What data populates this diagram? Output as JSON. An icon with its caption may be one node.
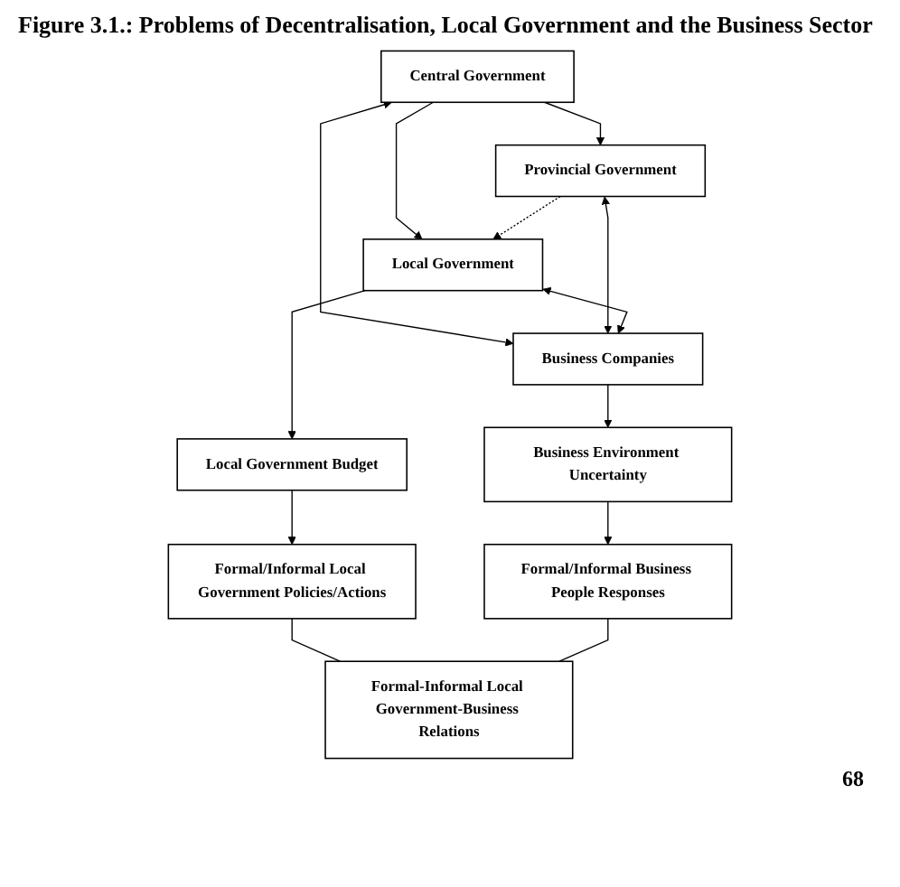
{
  "diagram": {
    "title": "Figure 3.1.: Problems of Decentralisation, Local Government and the Business Sector",
    "nodes": [
      {
        "text": [
          "Central Government"
        ]
      },
      {
        "text": [
          "Provincial Government"
        ]
      },
      {
        "text": [
          "Local Government"
        ]
      },
      {
        "text": [
          "Business Companies"
        ]
      },
      {
        "text": [
          "Local Government Budget"
        ]
      },
      {
        "text": [
          "Business Environment Uncertainty"
        ]
      },
      {
        "text": [
          "Formal/Informal Local Government Policies/Actions"
        ]
      },
      {
        "text": [
          "Formal/Informal Business People Responses"
        ]
      },
      {
        "text": [
          "Formal-Informal Local Government-Business Relations"
        ]
      }
    ],
    "edges": [
      {
        "from": 0,
        "to": 1,
        "arrow": "to"
      },
      {
        "from": 0,
        "to": 2,
        "arrow": "to"
      },
      {
        "from": 1,
        "to": 2,
        "arrow": "to",
        "style": "dashed"
      },
      {
        "from": 0,
        "to": 3,
        "arrow": "both"
      },
      {
        "from": 1,
        "to": 3,
        "arrow": "both"
      },
      {
        "from": 2,
        "to": 3,
        "arrow": "both"
      },
      {
        "from": 2,
        "to": 4,
        "arrow": "to"
      },
      {
        "from": 3,
        "to": 5,
        "arrow": "to"
      },
      {
        "from": 4,
        "to": 6,
        "arrow": "to"
      },
      {
        "from": 5,
        "to": 7,
        "arrow": "to"
      },
      {
        "from": 6,
        "to": 8,
        "arrow": "none"
      },
      {
        "from": 7,
        "to": 8,
        "arrow": "none"
      }
    ],
    "labels": [
      "68"
    ]
  }
}
